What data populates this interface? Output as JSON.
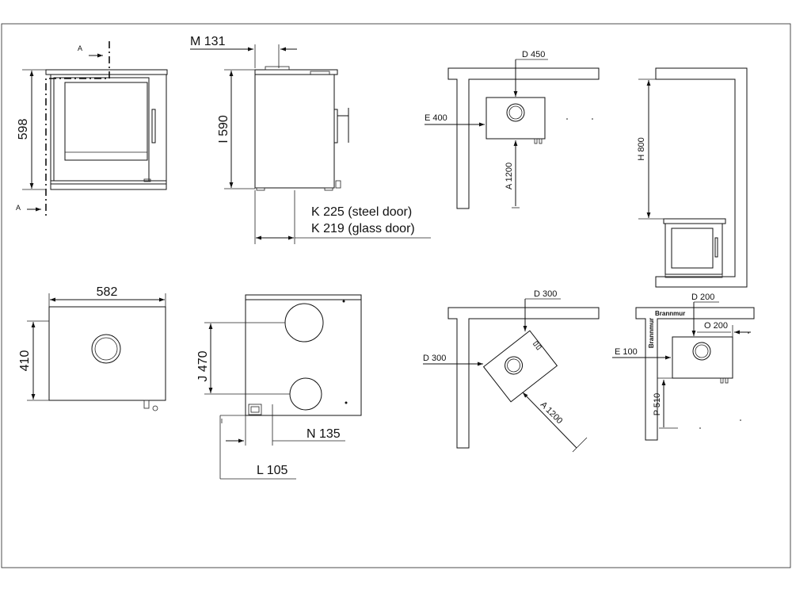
{
  "labels": {
    "section_top": "A",
    "section_bottom": "A",
    "height": "598",
    "width": "582",
    "depth": "410",
    "m": "M 131",
    "i": "I 590",
    "k_steel": "K 225 (steel door)",
    "k_glass": "K 219 (glass door)",
    "j": "J 470",
    "n": "N 135",
    "l": "L 105",
    "d450": "D 450",
    "e400": "E 400",
    "a1200_v": "A 1200",
    "h800": "H 800",
    "d300_top": "D 300",
    "d300_left": "D 300",
    "a1200_diag": "A 1200",
    "d200": "D 200",
    "o200": "O 200",
    "e100": "E 100",
    "p510": "P 510",
    "brannmur_h": "Brannmur",
    "brannmur_v": "Brannmur"
  }
}
